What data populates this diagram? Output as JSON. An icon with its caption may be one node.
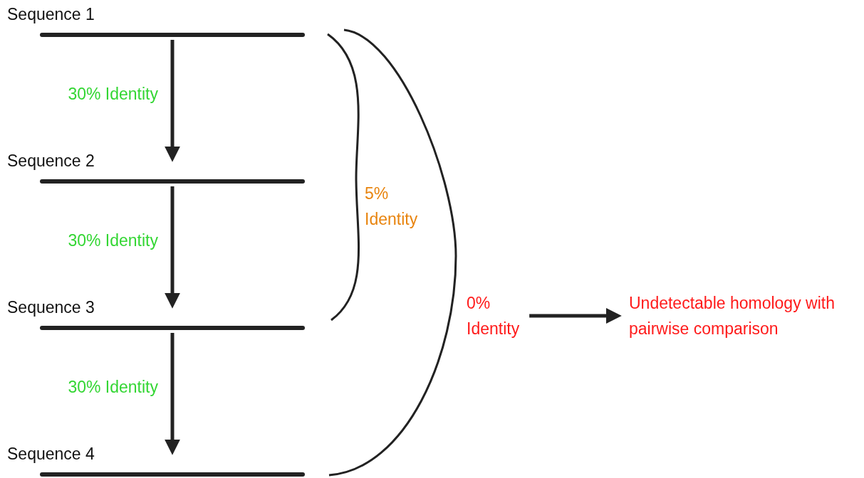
{
  "diagram": {
    "nodes": [
      {
        "text": [
          "Sequence 1"
        ]
      },
      {
        "text": [
          "Sequence 2"
        ]
      },
      {
        "text": [
          "Sequence 3"
        ]
      },
      {
        "text": [
          "Sequence 4"
        ]
      },
      {
        "text": [
          "0% Identity"
        ]
      },
      {
        "text": [
          "Undetectable homology with pairwise comparison"
        ]
      }
    ],
    "edges": [
      {
        "from": 0,
        "to": 1,
        "arrow": "to",
        "label": "30% Identity"
      },
      {
        "from": 1,
        "to": 2,
        "arrow": "to",
        "label": "30% Identity"
      },
      {
        "from": 2,
        "to": 3,
        "arrow": "to",
        "label": "30% Identity"
      },
      {
        "from": 4,
        "to": 5,
        "arrow": "to"
      }
    ],
    "labels": [
      "5% Identity"
    ]
  }
}
